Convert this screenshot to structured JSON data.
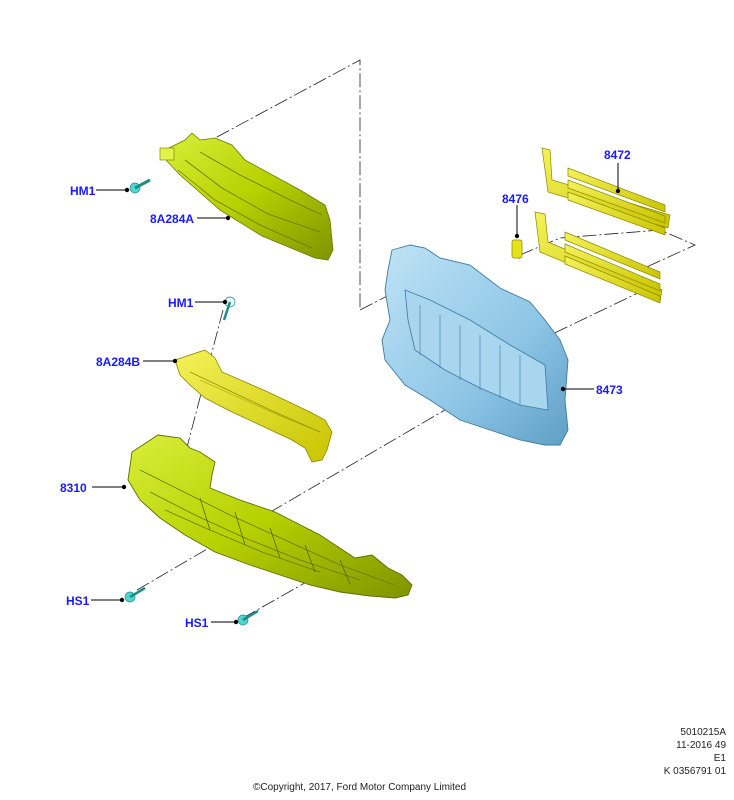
{
  "callouts": {
    "hm1_top": "HM1",
    "deflector_upper": "8A284A",
    "hm1_mid": "HM1",
    "deflector_lower": "8A284B",
    "shield": "8310",
    "hs1_left": "HS1",
    "hs1_right": "HS1",
    "grille_shutter": "8472",
    "actuator": "8476",
    "support": "8473"
  },
  "info": {
    "illustration_no": "5010215A",
    "date_code": "11-2016 49",
    "edition": "E1",
    "ref": "K 0356791 01"
  },
  "copyright": "©Copyright, 2017, Ford Motor Company Limited",
  "colors": {
    "yellow_green_part": "#b8d400",
    "yellow_part": "#e6e600",
    "blue_part": "#8fc8e8",
    "fastener": "#4fd6d0",
    "callout_text": "#1a1aff"
  }
}
